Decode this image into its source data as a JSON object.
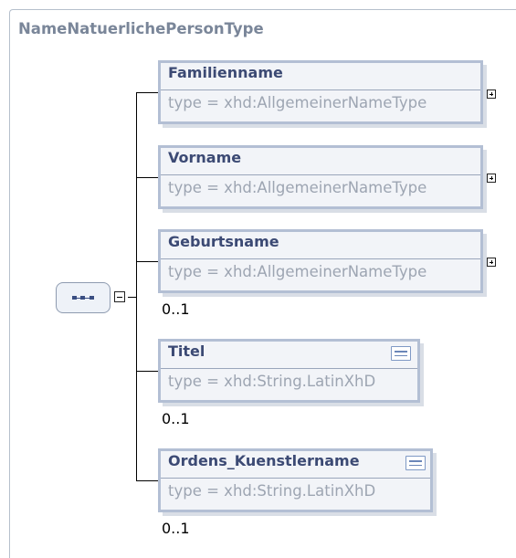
{
  "complex_type": {
    "name": "NameNatuerlichePersonType"
  },
  "sequence": {
    "icon": "sequence-icon",
    "collapse_icon": "minus-icon"
  },
  "elements": [
    {
      "name": "Familienname",
      "type": "type = xhd:AllgemeinerNameType",
      "occurrence": "",
      "expand_icon": "plus-icon"
    },
    {
      "name": "Vorname",
      "type": "type = xhd:AllgemeinerNameType",
      "occurrence": "",
      "expand_icon": "plus-icon"
    },
    {
      "name": "Geburtsname",
      "type": "type = xhd:AllgemeinerNameType",
      "occurrence": "0..1",
      "expand_icon": "plus-icon"
    },
    {
      "name": "Titel",
      "type": "type = xhd:String.LatinXhD",
      "occurrence": "0..1",
      "doc_icon": "documentation-icon"
    },
    {
      "name": "Ordens_Kuenstlername",
      "type": "type = xhd:String.LatinXhD",
      "occurrence": "0..1",
      "doc_icon": "documentation-icon"
    }
  ]
}
